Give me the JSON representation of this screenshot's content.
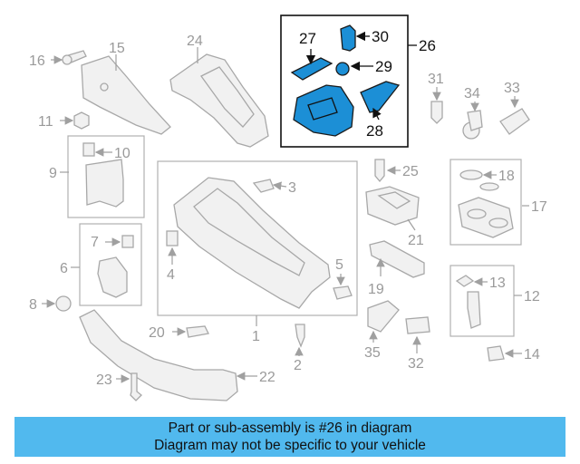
{
  "diagram": {
    "labels": {
      "l1": "1",
      "l2": "2",
      "l3": "3",
      "l4": "4",
      "l5": "5",
      "l6": "6",
      "l7": "7",
      "l8": "8",
      "l9": "9",
      "l10": "10",
      "l11": "11",
      "l12": "12",
      "l13": "13",
      "l14": "14",
      "l15": "15",
      "l16": "16",
      "l17": "17",
      "l18": "18",
      "l19": "19",
      "l20": "20",
      "l21": "21",
      "l22": "22",
      "l23": "23",
      "l24": "24",
      "l25": "25",
      "l26": "26",
      "l27": "27",
      "l28": "28",
      "l29": "29",
      "l30": "30",
      "l31": "31",
      "l32": "32",
      "l33": "33",
      "l34": "34",
      "l35": "35"
    },
    "highlight_color": "#1c8fd6"
  },
  "banner": {
    "line1": "Part or sub-assembly is #26 in diagram",
    "line2": "Diagram may not be specific to your vehicle",
    "color": "#51b9ee"
  }
}
